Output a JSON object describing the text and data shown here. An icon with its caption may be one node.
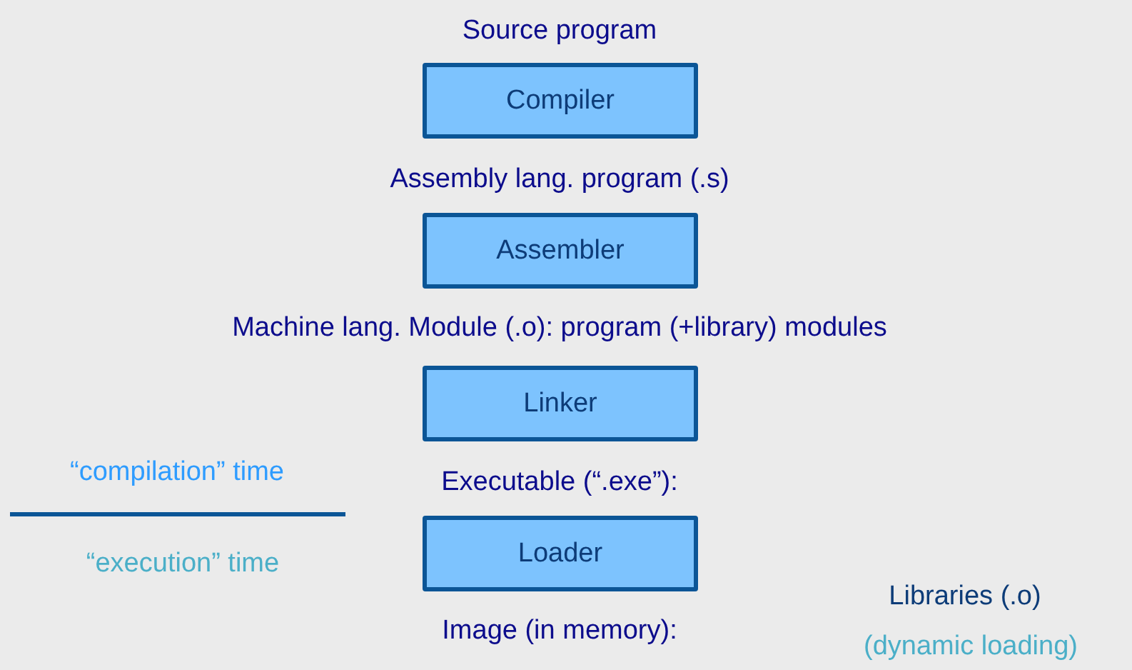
{
  "diagram": {
    "nodes": [
      {
        "text": [
          "Compiler"
        ]
      },
      {
        "text": [
          "Assembler"
        ]
      },
      {
        "text": [
          "Linker"
        ]
      },
      {
        "text": [
          "Loader"
        ]
      }
    ],
    "labels": [
      "Source program",
      "Assembly lang. program (.s)",
      "Machine lang. Module (.o): program (+library) modules",
      "“compilation” time",
      "Executable (“.exe”):",
      "“execution” time",
      "Libraries (.o)",
      "Image (in memory):",
      "(dynamic loading)"
    ]
  }
}
